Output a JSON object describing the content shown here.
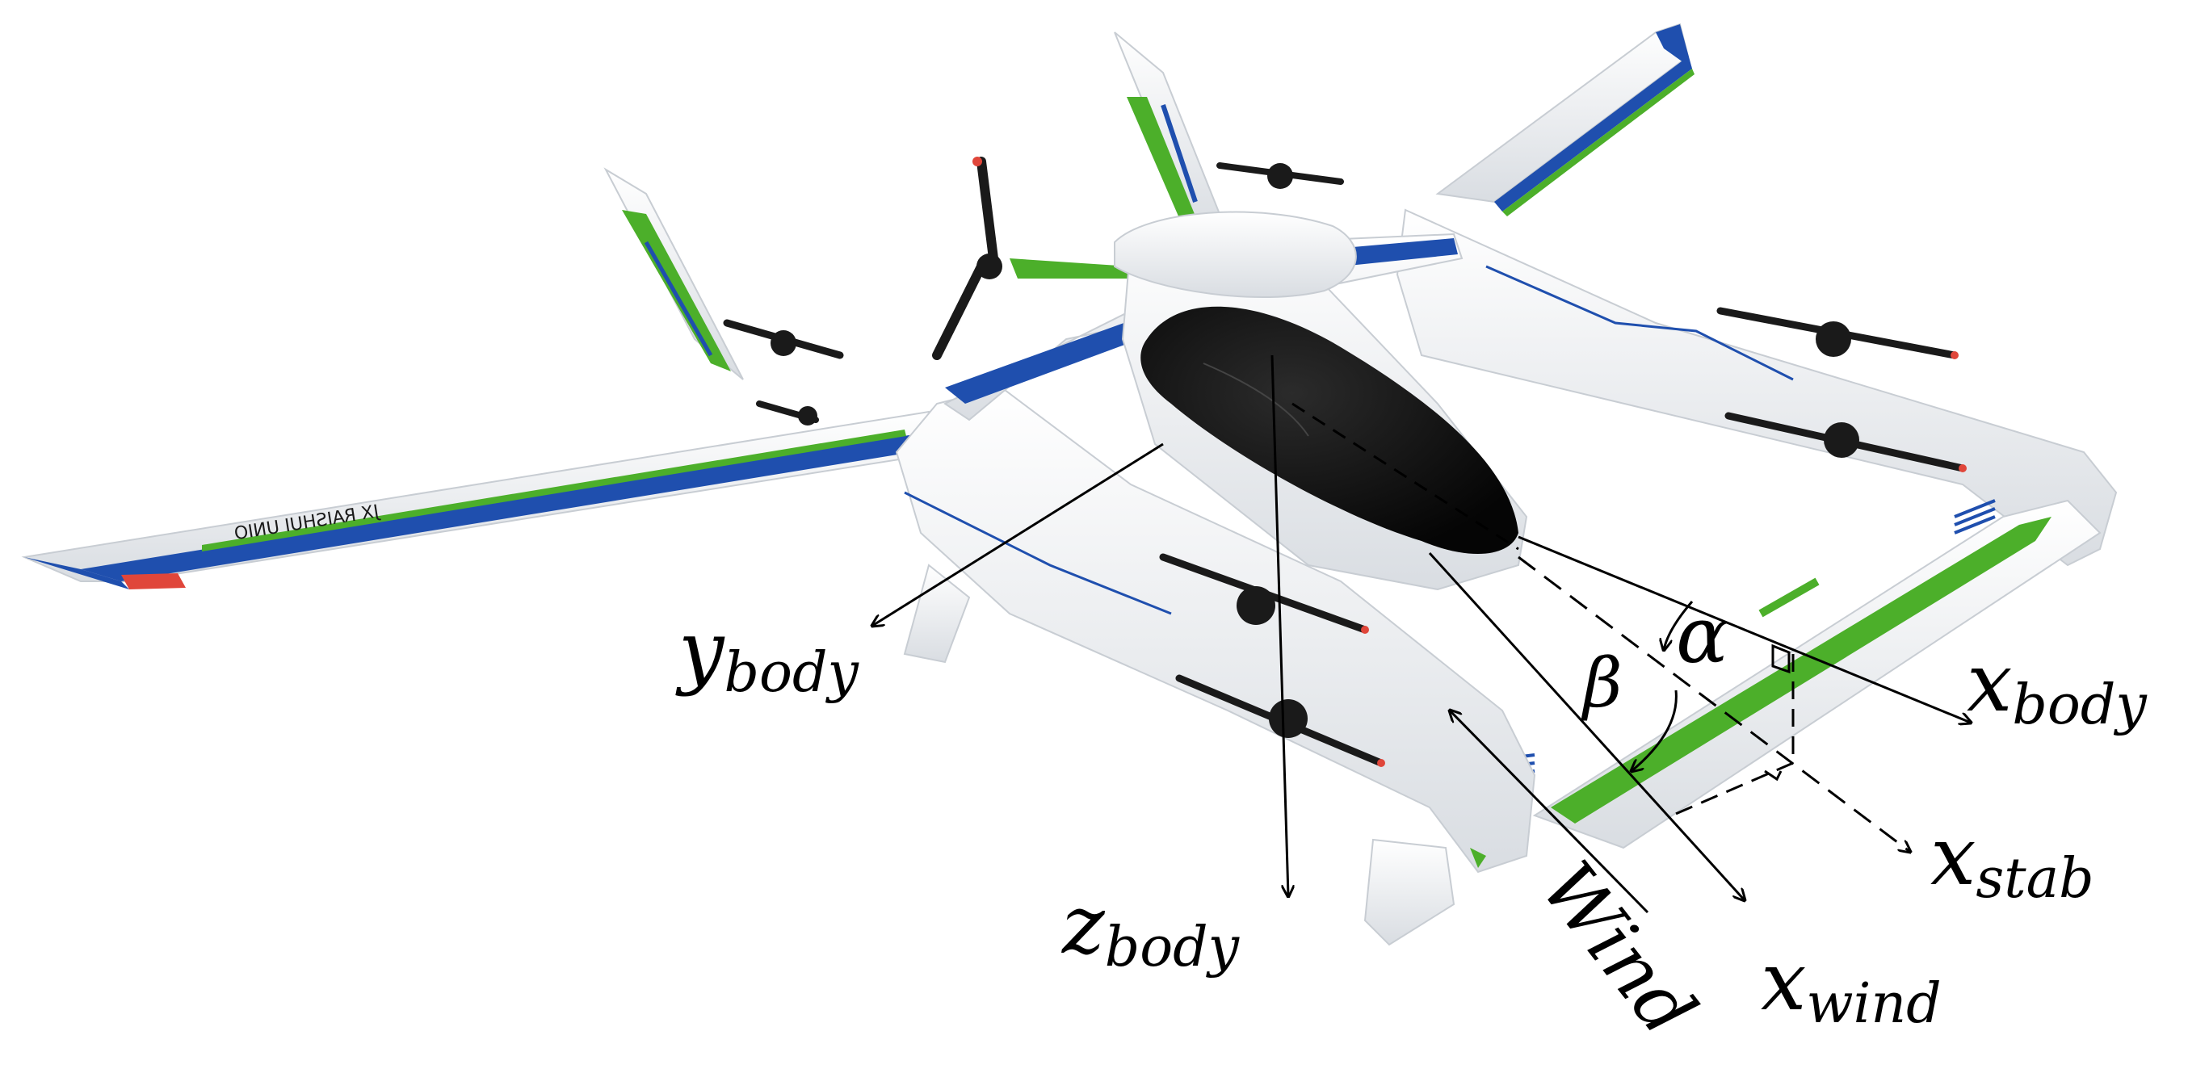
{
  "labels": {
    "y_body": {
      "main": "y",
      "sub": "body"
    },
    "z_body": {
      "main": "z",
      "sub": "body"
    },
    "x_body": {
      "main": "x",
      "sub": "body"
    },
    "x_stab": {
      "main": "x",
      "sub": "stab"
    },
    "x_wind": {
      "main": "x",
      "sub": "wind"
    },
    "wind": "Wind",
    "alpha": "α",
    "beta": "β"
  },
  "wing_lettering": "JX RAISHUI UNIO",
  "colors": {
    "accent_blue": "#1f4fae",
    "accent_green": "#4caf2a",
    "canopy": "#0b0b0b",
    "body_white": "#f4f6f8",
    "propeller": "#1a1a1a",
    "prop_tip": "#e0463a"
  }
}
